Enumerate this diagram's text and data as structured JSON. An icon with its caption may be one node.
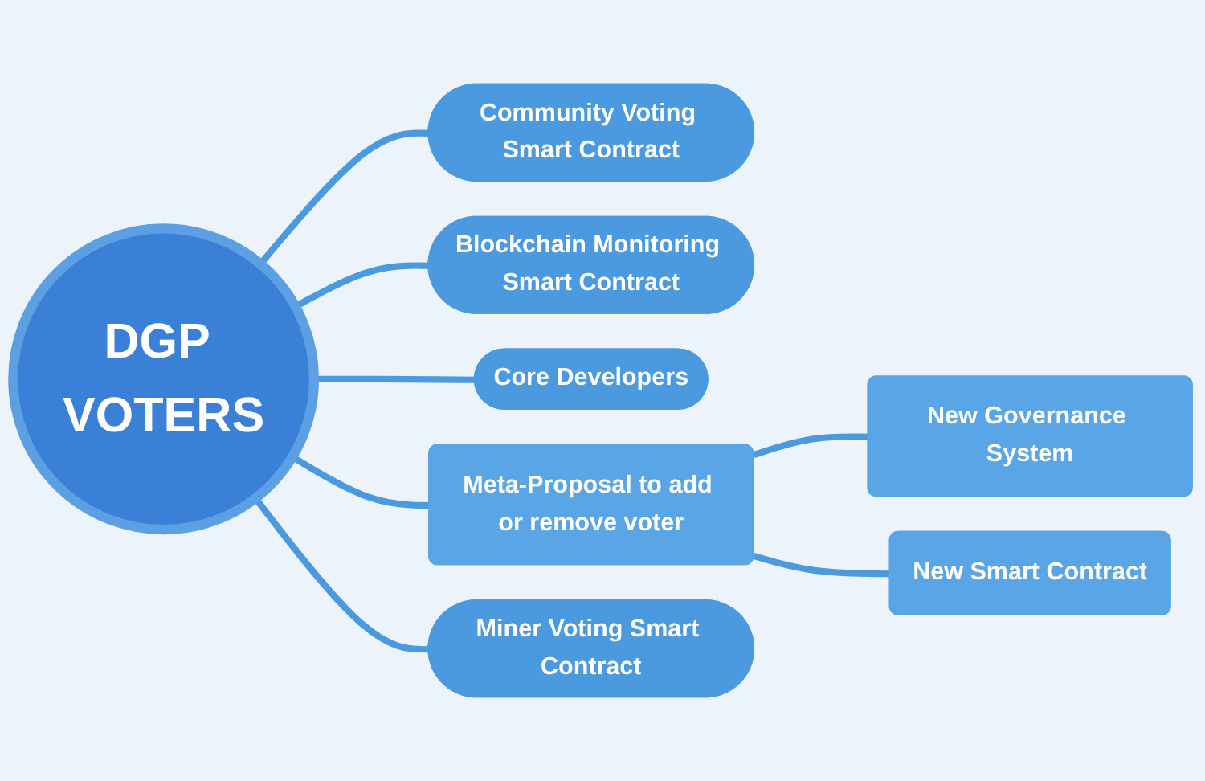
{
  "diagram": {
    "nodes": [
      {
        "text": [
          "Community Voting Smart Contract"
        ]
      },
      {
        "text": [
          "Blockchain Monitoring Smart Contract"
        ]
      },
      {
        "text": [
          "DGP VOTERS"
        ]
      },
      {
        "text": [
          "New Governance System"
        ]
      },
      {
        "text": [
          "Core Developers"
        ]
      },
      {
        "text": [
          "Meta-Proposal to add or remove voter"
        ]
      },
      {
        "text": [
          "New Smart Contract"
        ]
      },
      {
        "text": [
          "Miner Voting Smart Contract"
        ]
      }
    ],
    "edges": [
      {
        "from": 2,
        "to": 0,
        "arrow": "none"
      },
      {
        "from": 2,
        "to": 1,
        "arrow": "none"
      },
      {
        "from": 2,
        "to": 4,
        "arrow": "none"
      },
      {
        "from": 2,
        "to": 7,
        "arrow": "none"
      },
      {
        "from": 2,
        "to": 5,
        "arrow": "none"
      },
      {
        "from": 5,
        "to": 3,
        "arrow": "none"
      },
      {
        "from": 5,
        "to": 6,
        "arrow": "none"
      }
    ]
  }
}
